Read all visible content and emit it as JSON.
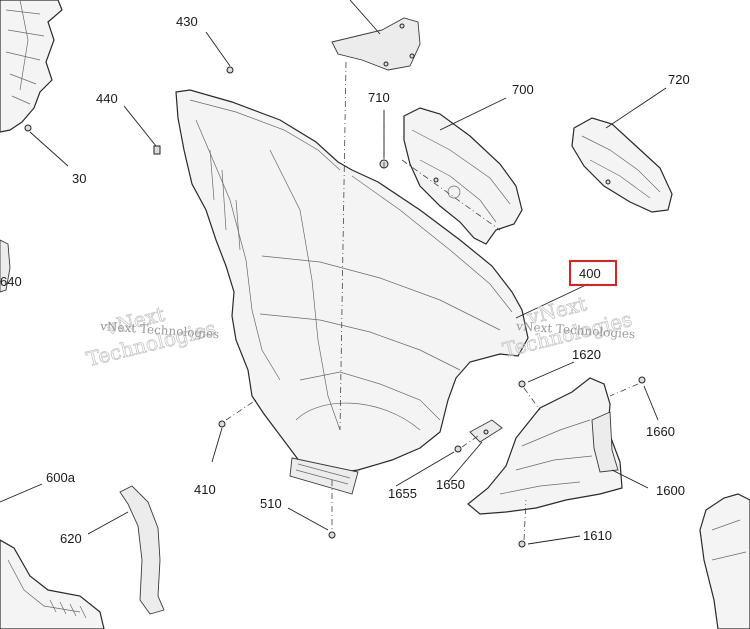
{
  "labels": {
    "l430": "430",
    "l440": "440",
    "l30": "30",
    "l640": "640",
    "l710": "710",
    "l700": "700",
    "l720": "720",
    "l400": "400",
    "l1620": "1620",
    "l1660": "1660",
    "l410": "410",
    "l1600": "1600",
    "l1655": "1655",
    "l1650": "1650",
    "l510": "510",
    "l600a": "600a",
    "l620": "620",
    "l1610": "1610"
  },
  "watermarks": {
    "small_left": "vNext Technologies",
    "big_left_1": "vNext",
    "big_left_2": "Technologies",
    "small_right": "vNext Technologies",
    "big_right_1": "vNext",
    "big_right_2": "Technologies"
  },
  "highlight": {
    "color": "#e02020"
  }
}
